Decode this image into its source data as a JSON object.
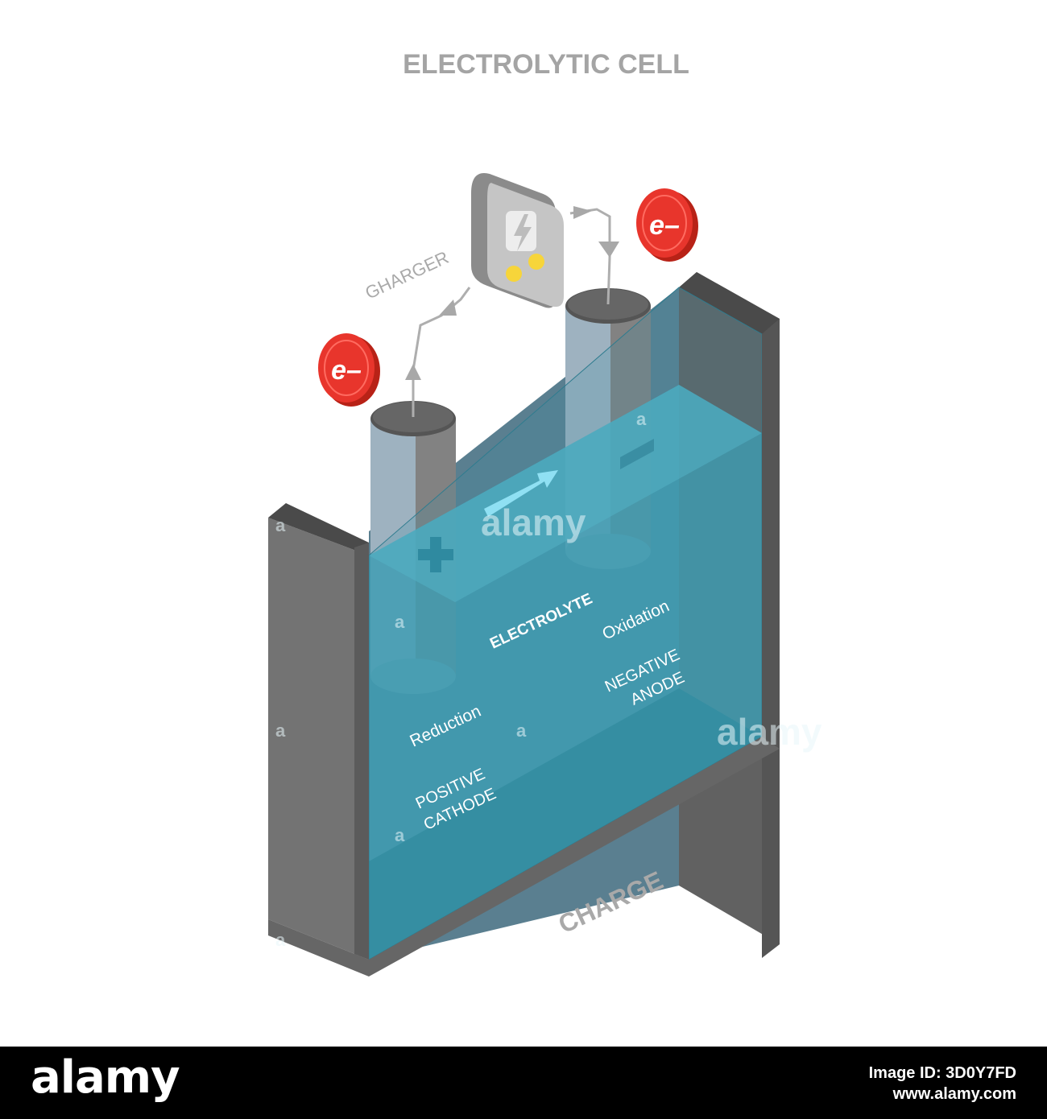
{
  "diagram": {
    "title": "ELECTROLYTIC CELL",
    "charger_label": "GHARGER",
    "electron_label": "e–",
    "plus_sign": "+",
    "minus_sign": "–",
    "electrolyte_label": "ELECTROLYTE",
    "oxidation_label": "Oxidation",
    "reduction_label": "Reduction",
    "negative_anode": [
      "NEGATIVE",
      "ANODE"
    ],
    "positive_cathode": [
      "POSITIVE",
      "CATHODE"
    ],
    "caption": "CHARGE",
    "colors": {
      "container_dark": "#5e5e5e",
      "container_mid": "#787878",
      "electrolyte": "#3fa3b8",
      "electrolyte_deep": "#2c8496",
      "electrode_light": "#9eb2c0",
      "electrode_dark": "#7a7a7a",
      "electron_red": "#e8352c",
      "charger_body": "#8d8d8d",
      "charger_face": "#c4c4c4",
      "wire": "#aeaeae",
      "label_gray": "#a9a9a9"
    }
  },
  "watermark": {
    "text": "alamy",
    "glyph": "a"
  },
  "footer": {
    "logo": "alamy",
    "image_id": "Image ID: 3D0Y7FD",
    "site": "www.alamy.com"
  }
}
